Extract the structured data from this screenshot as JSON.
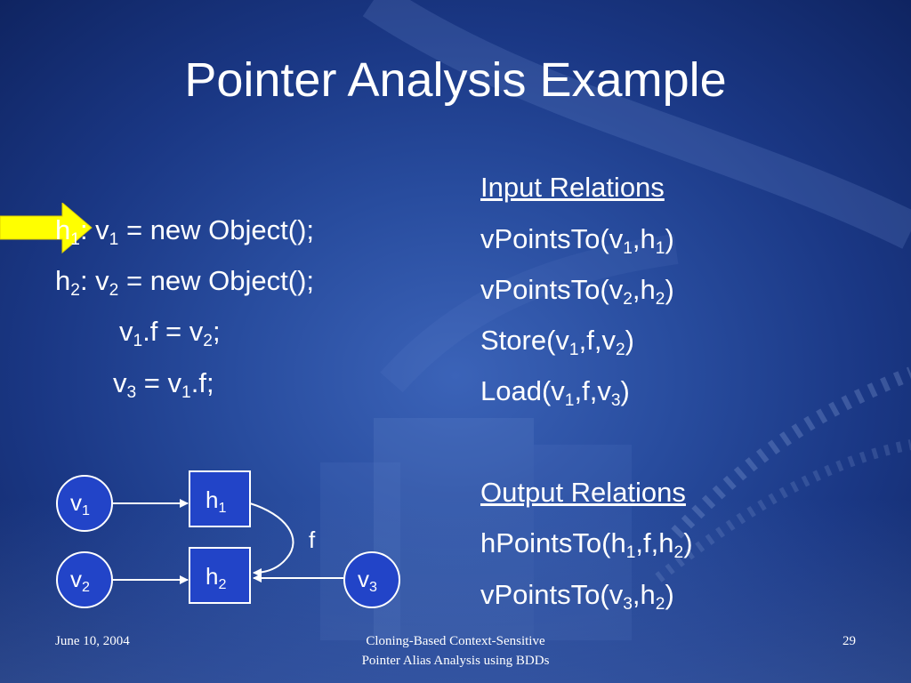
{
  "slide": {
    "title": "Pointer Analysis Example",
    "code": [
      {
        "prefix": "h",
        "prefix_sub": "1",
        "parts": [
          ": v",
          "1",
          " = new Object();"
        ]
      },
      {
        "prefix": "h",
        "prefix_sub": "2",
        "parts": [
          ": v",
          "2",
          " = new Object();"
        ]
      },
      {
        "parts": [
          "v",
          "1",
          ".f = v",
          "2",
          ";"
        ]
      },
      {
        "parts": [
          "v",
          "3",
          " = v",
          "1",
          ".f;"
        ]
      }
    ],
    "input_relations": {
      "heading": "Input Relations",
      "items": [
        [
          "vPointsTo(v",
          "1",
          ",h",
          "1",
          ")"
        ],
        [
          "vPointsTo(v",
          "2",
          ",h",
          "2",
          ")"
        ],
        [
          "Store(v",
          "1",
          ",f,v",
          "2",
          ")"
        ],
        [
          "Load(v",
          "1",
          ",f,v",
          "3",
          ")"
        ]
      ]
    },
    "output_relations": {
      "heading": "Output Relations",
      "items": [
        [
          "hPointsTo(h",
          "1",
          ",f,h",
          "2",
          ")"
        ],
        [
          "vPointsTo(v",
          "3",
          ",h",
          "2",
          ")"
        ]
      ]
    },
    "diagram": {
      "nodes": {
        "v1": {
          "base": "v",
          "sub": "1"
        },
        "v2": {
          "base": "v",
          "sub": "2"
        },
        "v3": {
          "base": "v",
          "sub": "3"
        },
        "h1": {
          "base": "h",
          "sub": "1"
        },
        "h2": {
          "base": "h",
          "sub": "2"
        }
      },
      "edge_label": "f"
    },
    "footer": {
      "date": "June 10, 2004",
      "center_line1": "Cloning-Based Context-Sensitive",
      "center_line2": "Pointer Alias Analysis using BDDs",
      "page": "29"
    },
    "colors": {
      "background": "#284c9e",
      "arrow": "#ffff00",
      "node_fill": "#2244c8",
      "text": "#ffffff"
    }
  }
}
